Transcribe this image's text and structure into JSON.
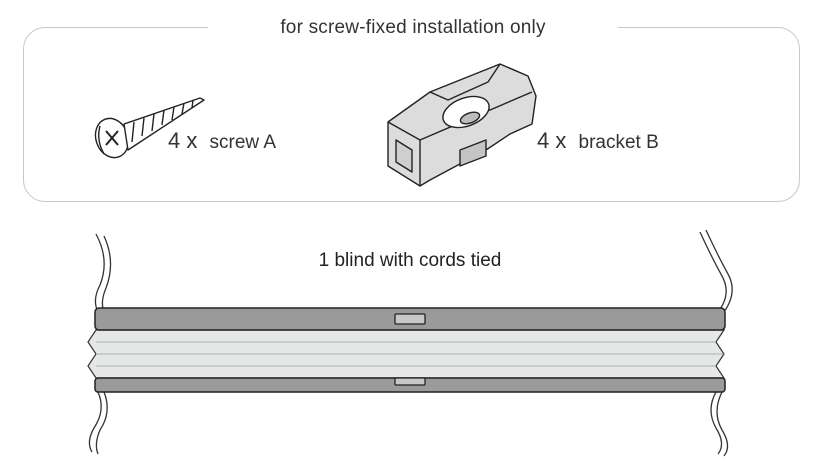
{
  "section": {
    "title": "for screw-fixed installation only"
  },
  "parts": [
    {
      "count": "4",
      "times": "x",
      "name": "screw A",
      "icon": "screw-icon"
    },
    {
      "count": "4",
      "times": "x",
      "name": "bracket B",
      "icon": "bracket-icon"
    }
  ],
  "blind": {
    "label": "1 blind with cords tied",
    "icon": "pleated-blind-icon"
  },
  "colors": {
    "rail": "#9a9a9a",
    "fabric": "#e6e8e8",
    "outline": "#222222",
    "frame": "#c8c8c8"
  }
}
